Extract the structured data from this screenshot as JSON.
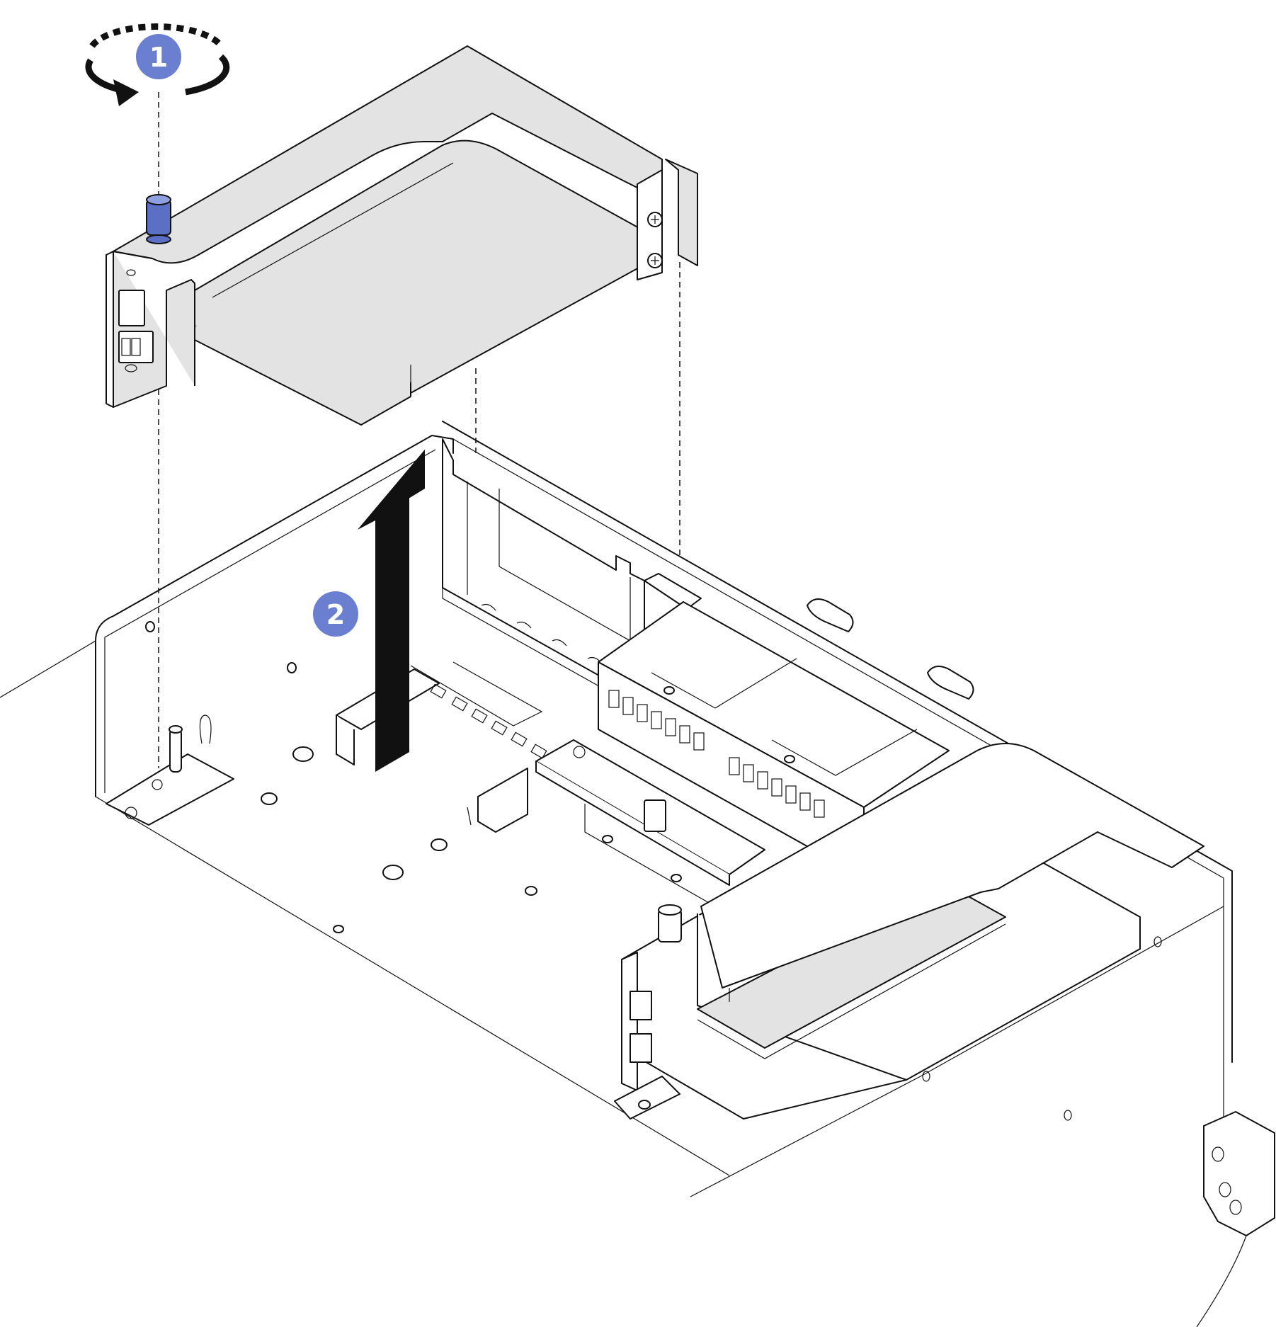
{
  "diagram": {
    "steps": [
      {
        "number": "1",
        "action": "loosen-thumbscrew"
      },
      {
        "number": "2",
        "action": "lift-riser-assembly"
      }
    ],
    "colors": {
      "callout_fill": "#6a7fd0",
      "thumbscrew_fill": "#5b6fc4",
      "part_fill": "#e3e3e3",
      "line": "#111111"
    },
    "icons": {
      "rotation": "counterclockwise-rotation-icon",
      "lift": "up-arrow-icon"
    }
  }
}
